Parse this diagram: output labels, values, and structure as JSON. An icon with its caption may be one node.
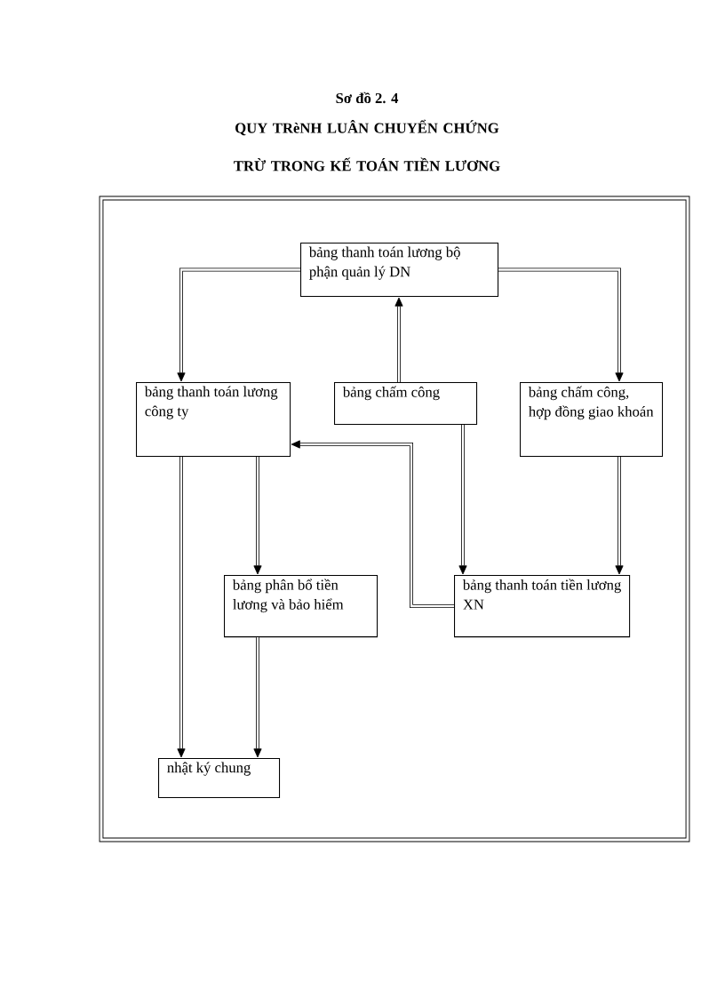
{
  "diagram": {
    "title": "Sơ đồ 2. 4",
    "nodes": [
      {
        "text": [
          "bảng thanh toán lương bộ phận quản lý DN"
        ]
      },
      {
        "text": [
          "bảng thanh toán lương công ty"
        ]
      },
      {
        "text": [
          "bảng chấm công"
        ]
      },
      {
        "text": [
          "bảng chấm công, hợp đồng giao khoán"
        ]
      },
      {
        "text": [
          "bảng phân bổ tiền lương và bảo hiểm"
        ]
      },
      {
        "text": [
          "bảng thanh toán tiền lương XN"
        ]
      },
      {
        "text": [
          "nhật ký chung"
        ]
      }
    ],
    "edges": [
      {
        "from": 0,
        "to": 1,
        "arrow": "to"
      },
      {
        "from": 0,
        "to": 3,
        "arrow": "to"
      },
      {
        "from": 2,
        "to": 0,
        "arrow": "to"
      },
      {
        "from": 2,
        "to": 5,
        "arrow": "to"
      },
      {
        "from": 3,
        "to": 5,
        "arrow": "to"
      },
      {
        "from": 5,
        "to": 1,
        "arrow": "to"
      },
      {
        "from": 1,
        "to": 4,
        "arrow": "to"
      },
      {
        "from": 1,
        "to": 6,
        "arrow": "to"
      },
      {
        "from": 4,
        "to": 6,
        "arrow": "to"
      }
    ],
    "labels": [
      "QUY TRèNH LUÂN CHUYỂN CHỨNG TRỪ TRONG KẾ TOÁN TIỀN LƯƠNG"
    ]
  }
}
